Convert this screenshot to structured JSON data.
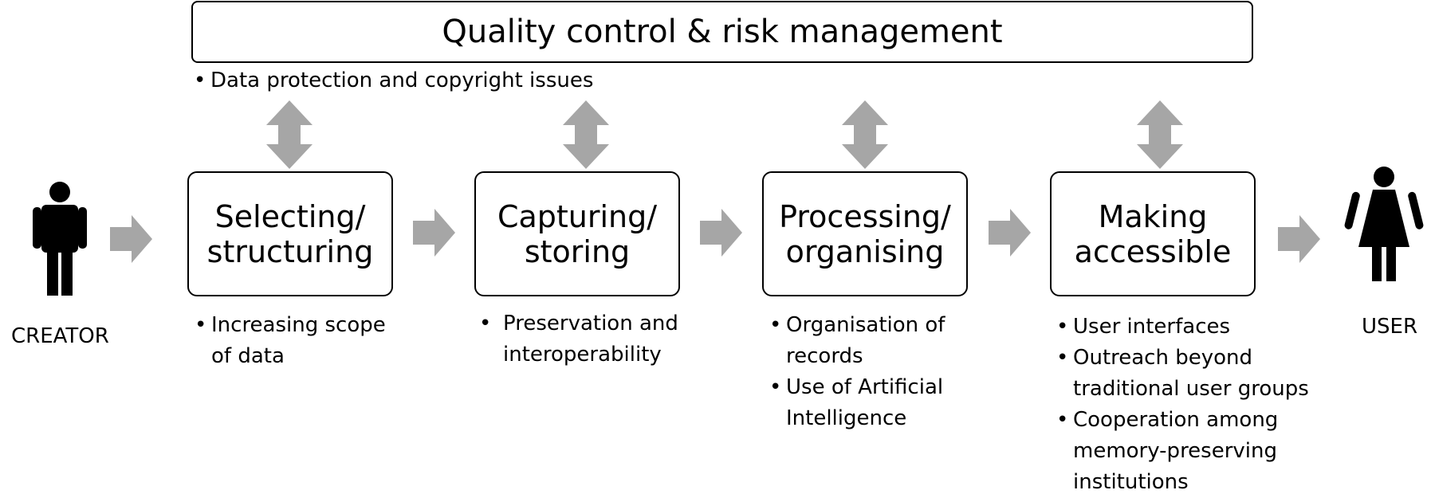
{
  "header": {
    "title": "Quality control & risk management",
    "bullet": "Data protection and copyright issues"
  },
  "creator_label": "CREATOR",
  "user_label": "USER",
  "stages": [
    {
      "line1": "Selecting/",
      "line2": "structuring",
      "bullets": [
        "Increasing scope of data"
      ]
    },
    {
      "line1": "Capturing/",
      "line2": "storing",
      "bullets": [
        "Preservation and interoperability"
      ]
    },
    {
      "line1": "Processing/",
      "line2": "organising",
      "bullets": [
        "Organisation of records",
        "Use of Artificial Intelligence"
      ]
    },
    {
      "line1": "Making",
      "line2": "accessible",
      "bullets": [
        "User interfaces",
        "Outreach beyond traditional user groups",
        "Cooperation among memory-preserving institutions"
      ]
    }
  ],
  "colors": {
    "arrow": "#a6a6a6",
    "border": "#000000",
    "text": "#000000"
  },
  "icons": [
    "male-person-icon",
    "female-person-icon",
    "right-arrow-icon",
    "double-vertical-arrow-icon"
  ]
}
